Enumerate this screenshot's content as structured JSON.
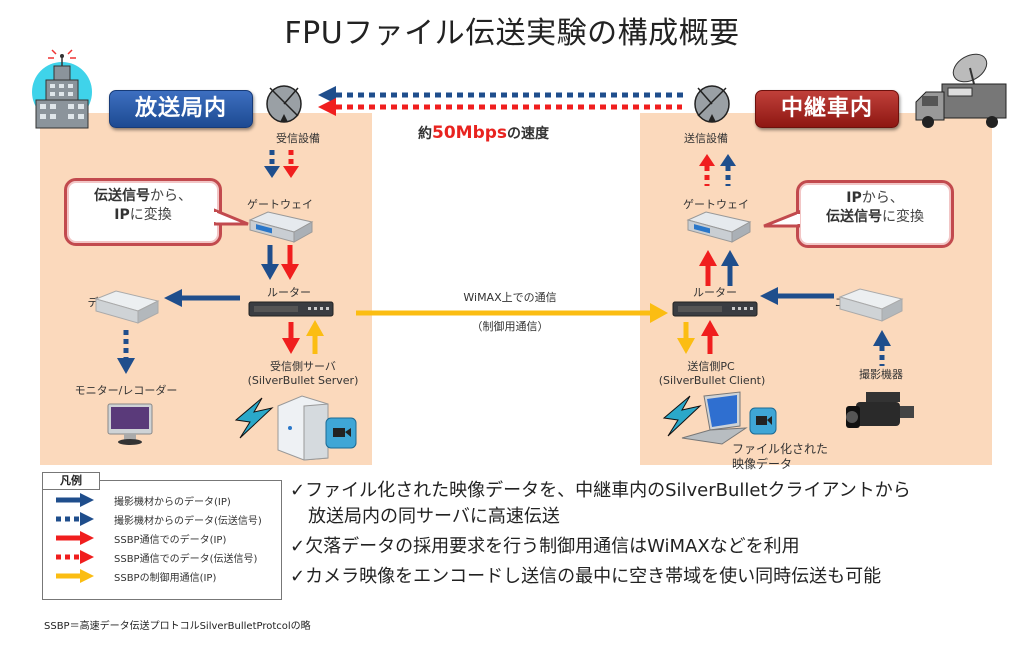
{
  "title": "FPUファイル伝送実験の構成概要",
  "zones": {
    "left": {
      "label": "放送局内",
      "color": "#1d4a92"
    },
    "right": {
      "label": "中継車内",
      "color": "#8e1712"
    }
  },
  "link": {
    "speed_prefix": "約",
    "speed_value": "50Mbps",
    "speed_suffix": "の速度",
    "wimax_label": "WiMAX上での通信",
    "wimax_sub": "（制御用通信）"
  },
  "left_side": {
    "receiver_label": "受信設備",
    "gateway_label": "ゲートウェイ",
    "router_label": "ルーター",
    "decoder_label": "デコーダー",
    "monitor_label": "モニター/レコーダー",
    "server_label": "受信側サーバ",
    "server_sub": "(SilverBullet Server)",
    "bubble_line1_bold": "伝送信号",
    "bubble_line1_rest": "から、",
    "bubble_line2_bold": "IP",
    "bubble_line2_rest": "に変換"
  },
  "right_side": {
    "transmitter_label": "送信設備",
    "gateway_label": "ゲートウェイ",
    "router_label": "ルーター",
    "encoder_label": "エンコーダー",
    "camera_label": "撮影機器",
    "pc_label": "送信側PC",
    "pc_sub": "(SilverBullet Client)",
    "file_label_1": "ファイル化された",
    "file_label_2": "映像データ",
    "bubble_line1_bold": "IP",
    "bubble_line1_rest": "から、",
    "bubble_line2_bold": "伝送信号",
    "bubble_line2_rest": "に変換"
  },
  "legend": {
    "title": "凡例",
    "items": [
      {
        "label": "撮影機材からのデータ(IP)",
        "color": "#1f4e8c",
        "style": "solid"
      },
      {
        "label": "撮影機材からのデータ(伝送信号)",
        "color": "#1f4e8c",
        "style": "dotted"
      },
      {
        "label": "SSBP通信でのデータ(IP)",
        "color": "#f01e1e",
        "style": "solid"
      },
      {
        "label": "SSBP通信でのデータ(伝送信号)",
        "color": "#f01e1e",
        "style": "dotted"
      },
      {
        "label": "SSBPの制御用通信(IP)",
        "color": "#fbbd12",
        "style": "solid"
      }
    ]
  },
  "bullets": [
    "✓ファイル化された映像データを、中継車内のSilverBulletクライアントから",
    "　放送局内の同サーバに高速伝送",
    "✓欠落データの採用要求を行う制御用通信はWiMAXなどを利用",
    "✓カメラ映像をエンコードし送信の最中に空き帯域を使い同時伝送も可能"
  ],
  "footnote": "SSBP＝高速データ伝送プロトコルSilverBulletProtcolの略",
  "colors": {
    "blue": "#1f4e8c",
    "red": "#f01e1e",
    "yellow": "#fbbd12",
    "zone_bg": "#fbd9bc",
    "bubble_border": "#c24a4e"
  }
}
